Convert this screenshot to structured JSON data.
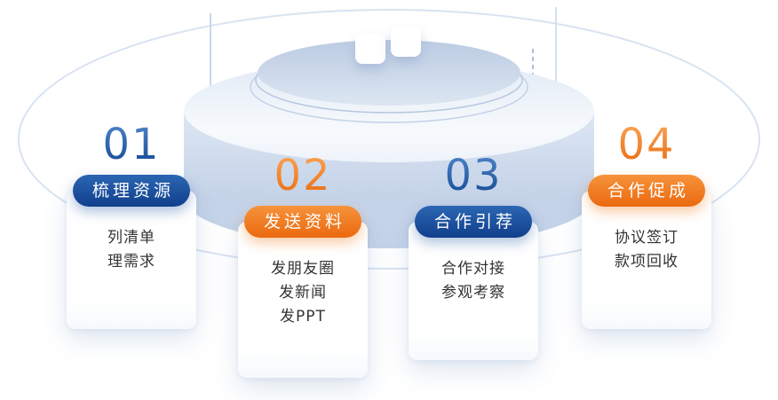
{
  "diagram": {
    "type": "process-steps-podium",
    "steps": [
      {
        "number": "01",
        "badge": "梳理资源",
        "theme": "blue",
        "items": [
          "列清单",
          "理需求"
        ]
      },
      {
        "number": "02",
        "badge": "发送资料",
        "theme": "orange",
        "items": [
          "发朋友圈",
          "发新闻",
          "发PPT"
        ]
      },
      {
        "number": "03",
        "badge": "合作引荐",
        "theme": "blue",
        "items": [
          "合作对接",
          "参观考察"
        ]
      },
      {
        "number": "04",
        "badge": "合作促成",
        "theme": "orange",
        "items": [
          "协议签订",
          "款项回收"
        ]
      }
    ],
    "colors": {
      "blue": "#17509e",
      "orange": "#ee7818",
      "card_text": "#333333",
      "ring": "#d9e3f2",
      "podium_light": "#e8eef7",
      "podium_dark": "#c5d3e8"
    },
    "decor_icons": [
      "app-tile",
      "app-tile"
    ]
  }
}
